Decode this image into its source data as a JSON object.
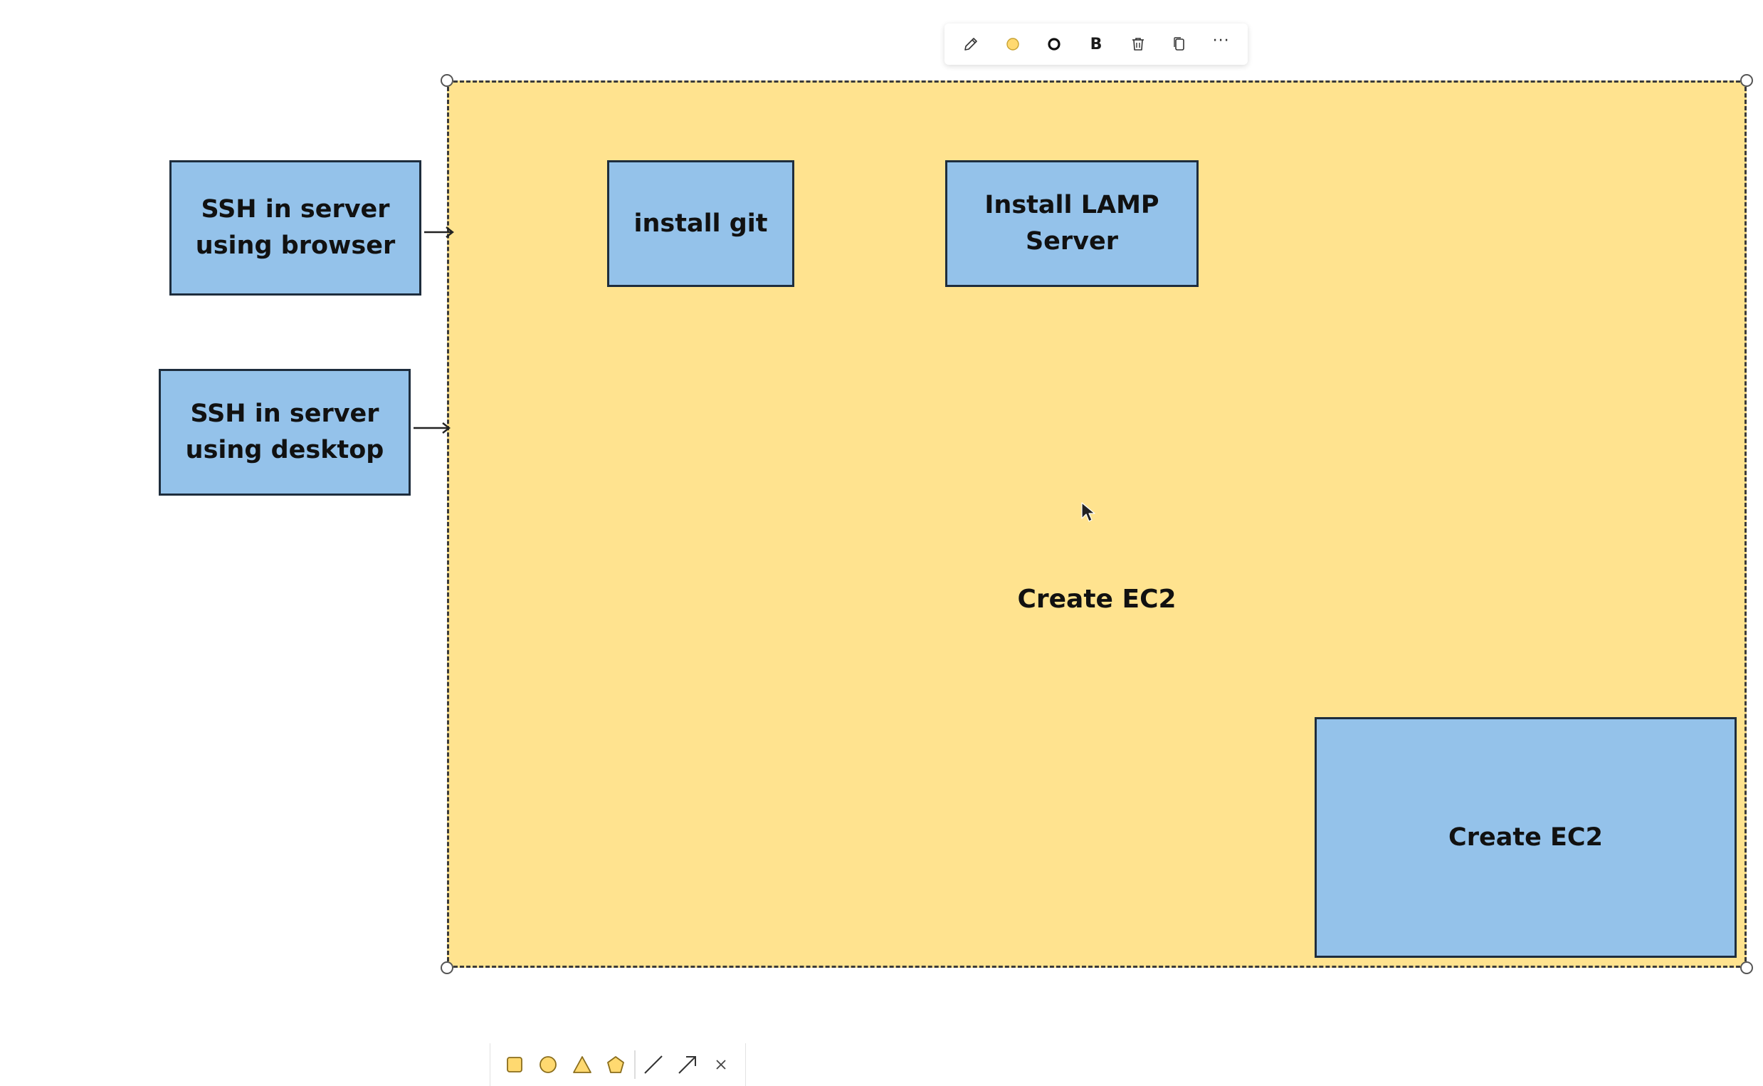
{
  "top_toolbar": {
    "icons": [
      "pencil-icon",
      "fill-color-icon",
      "border-color-icon",
      "bold-icon",
      "trash-icon",
      "copy-icon",
      "more-icon"
    ],
    "bold_label": "B",
    "more_label": "···",
    "fill_color": "#ffe38f",
    "border_color": "#111111"
  },
  "frame": {
    "label": "Create EC2",
    "color": "#ffe38f"
  },
  "boxes": {
    "ssh_browser": {
      "line1": "SSH in server",
      "line2": "using browser"
    },
    "ssh_desktop": {
      "line1": "SSH in server",
      "line2": "using desktop"
    },
    "install_git": {
      "label": "install git"
    },
    "install_lamp": {
      "line1": "Install LAMP",
      "line2": "Server"
    },
    "create_ec2": {
      "label": "Create EC2"
    },
    "color": "#94c2ea"
  },
  "bottom_toolbar": {
    "icons": [
      "rectangle-icon",
      "circle-icon",
      "triangle-icon",
      "pentagon-icon",
      "line-icon",
      "arrow-icon",
      "close-icon"
    ]
  }
}
